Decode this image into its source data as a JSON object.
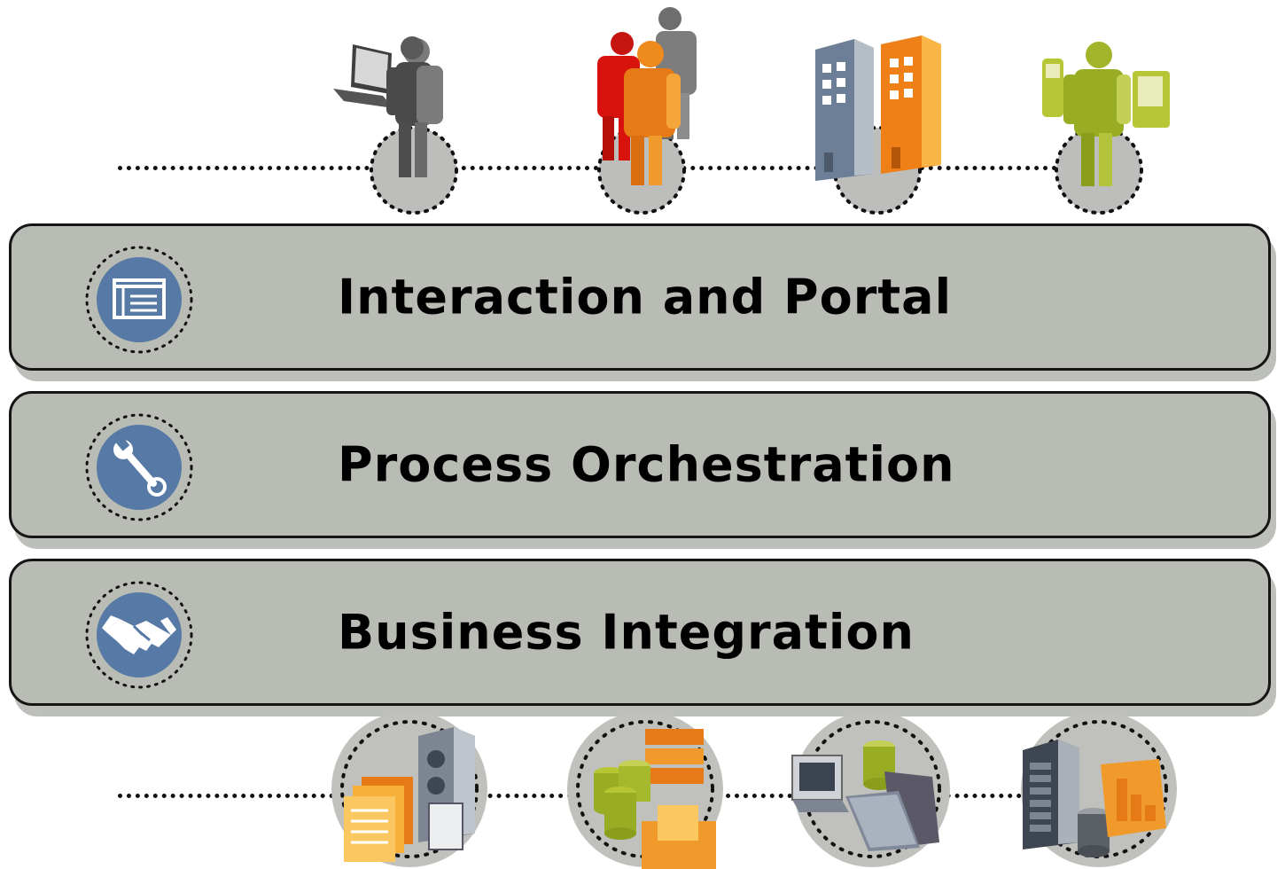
{
  "layers": [
    {
      "label": "Interaction and Portal",
      "icon": "portal-window-icon"
    },
    {
      "label": "Process Orchestration",
      "icon": "wrench-icon"
    },
    {
      "label": "Business Integration",
      "icon": "handshake-icon"
    }
  ],
  "top_actors": [
    "laptop-user-icon",
    "user-group-icon",
    "office-buildings-icon",
    "mobile-user-icon"
  ],
  "bottom_systems": [
    "server-documents-icon",
    "database-storage-icon",
    "workstation-files-icon",
    "server-analytics-icon"
  ],
  "colors": {
    "band_fill": "#b9bcb5",
    "badge_blue": "#5679a6",
    "dot_circle": "#bdbebb",
    "person_gray": "#5b5b5b",
    "person_red": "#d8130d",
    "person_orange": "#e57a16",
    "person_green": "#98ad23",
    "building_blue": "#6d7f96",
    "building_orange": "#ef7f17"
  }
}
